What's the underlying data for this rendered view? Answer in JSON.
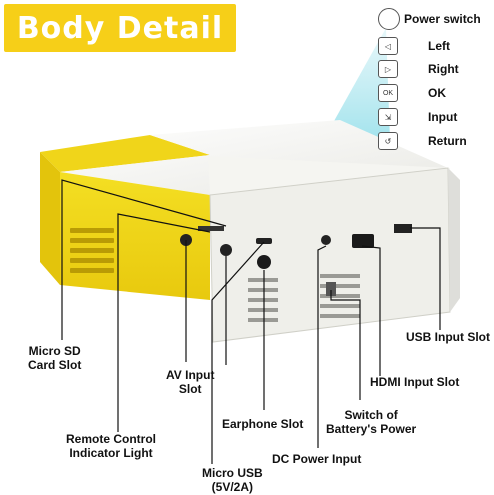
{
  "title": "Body Detail",
  "buttons": [
    {
      "label": "Power switch",
      "icon": "power-button-icon",
      "glyph": ""
    },
    {
      "label": "Left",
      "icon": "left-arrow-icon",
      "glyph": "◁"
    },
    {
      "label": "Right",
      "icon": "right-arrow-icon",
      "glyph": "▷"
    },
    {
      "label": "OK",
      "icon": "ok-icon",
      "glyph": "OK"
    },
    {
      "label": "Input",
      "icon": "input-icon",
      "glyph": "⇲"
    },
    {
      "label": "Return",
      "icon": "return-icon",
      "glyph": "↺"
    }
  ],
  "callouts": {
    "micro_sd": [
      "Micro SD",
      "Card Slot"
    ],
    "av_input": [
      "AV Input",
      "Slot"
    ],
    "remote": [
      "Remote Control",
      "Indicator Light"
    ],
    "earphone": [
      "Earphone Slot"
    ],
    "micro_usb": [
      "Micro USB",
      "(5V/2A)"
    ],
    "dc_power": [
      "DC Power Input"
    ],
    "battery_switch": [
      "Switch of",
      "Battery's Power"
    ],
    "hdmi": [
      "HDMI Input Slot"
    ],
    "usb": [
      "USB Input Slot"
    ]
  },
  "colors": {
    "banner": "#f6cf18",
    "yellow_body": "#f2dc1c",
    "white_body": "#f2f2ee",
    "beam": "#7fd6e6"
  }
}
